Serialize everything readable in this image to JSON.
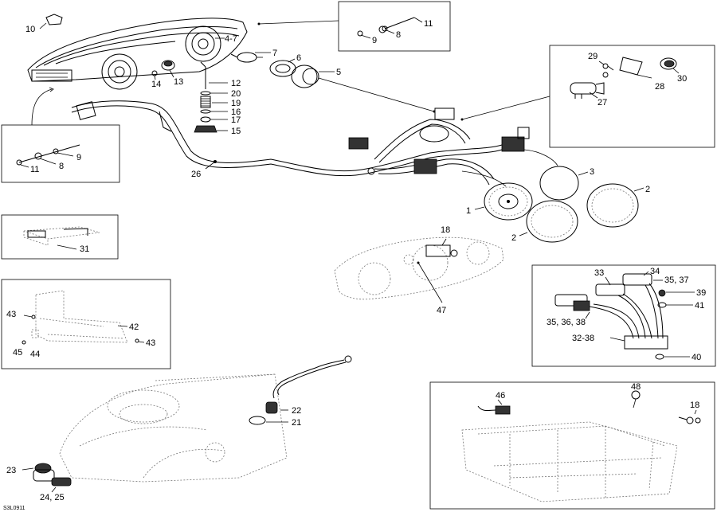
{
  "diagram_id": "S3L0911",
  "callouts": {
    "c10": "10",
    "c11a": "11",
    "c8a": "8",
    "c9a": "9",
    "c47a": "4-7",
    "c7": "7",
    "c6": "6",
    "c5": "5",
    "c14": "14",
    "c13": "13",
    "c12": "12",
    "c20": "20",
    "c19": "19",
    "c16": "16",
    "c17": "17",
    "c15": "15",
    "c29": "29",
    "c28": "28",
    "c30": "30",
    "c27": "27",
    "c9b": "9",
    "c8b": "8",
    "c11b": "11",
    "c26": "26",
    "c3": "3",
    "c2a": "2",
    "c2b": "2",
    "c1": "1",
    "c18a": "18",
    "c47": "47",
    "c31": "31",
    "c33": "33",
    "c34": "34",
    "c3537": "35, 37",
    "c39": "39",
    "c41": "41",
    "c353638": "35, 36, 38",
    "c3238": "32-38",
    "c40": "40",
    "c43a": "43",
    "c42": "42",
    "c43b": "43",
    "c45": "45",
    "c44": "44",
    "c22": "22",
    "c21": "21",
    "c23": "23",
    "c2425": "24, 25",
    "c48": "48",
    "c46": "46",
    "c18b": "18"
  }
}
